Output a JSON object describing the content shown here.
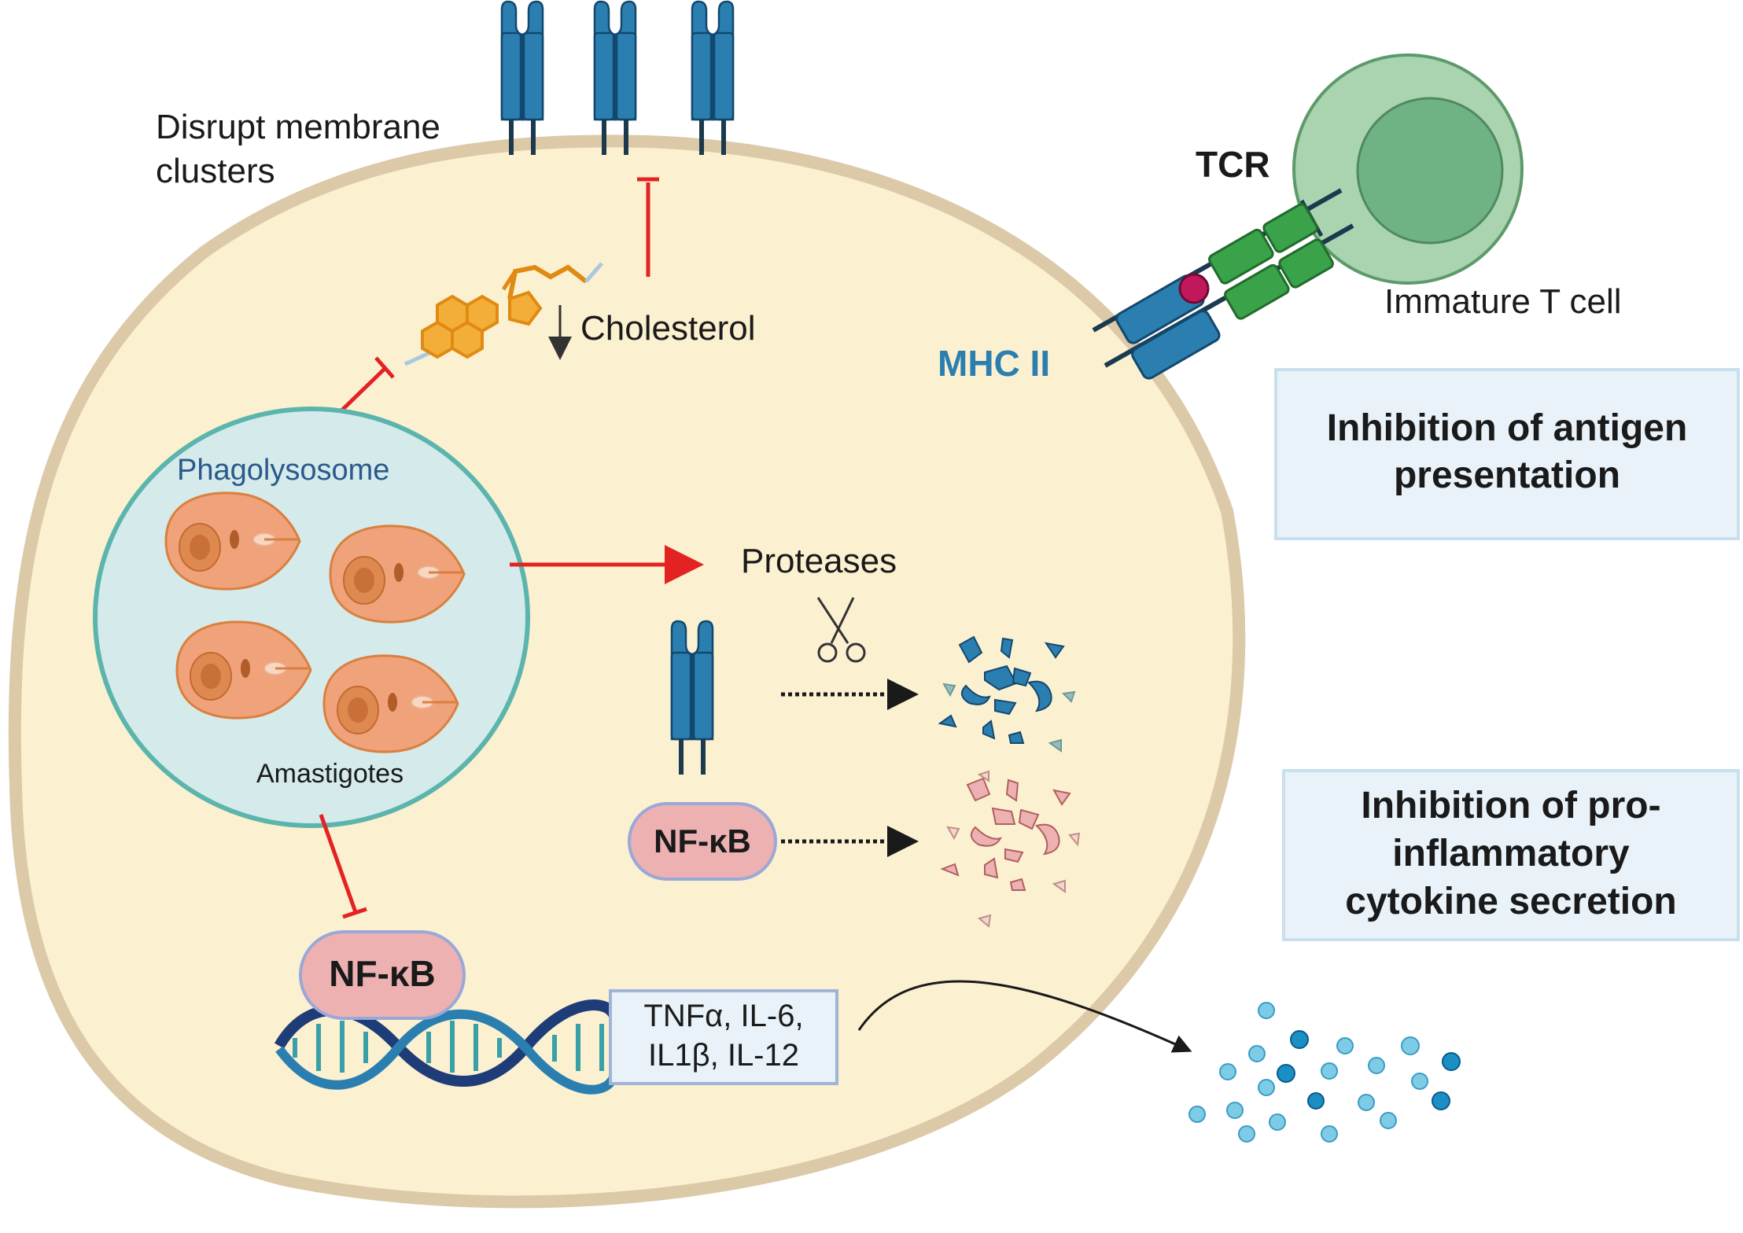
{
  "labels": {
    "disrupt_line1": "Disrupt membrane",
    "disrupt_line2": "clusters",
    "cholesterol": "Cholesterol",
    "tcr": "TCR",
    "mhc": "MHC II",
    "immature_t_cell": "Immature T cell",
    "phagolysosome": "Phagolysosome",
    "amastigotes": "Amastigotes",
    "proteases": "Proteases",
    "nfkb_free": "NF-κB",
    "nfkb_dna": "NF-κB",
    "cytokines_line1": "TNFα, IL-6,",
    "cytokines_line2": "IL1β, IL-12"
  },
  "boxes": {
    "antigen_line1": "Inhibition of antigen",
    "antigen_line2": "presentation",
    "cytokine_line1": "Inhibition of pro-",
    "cytokine_line2": "inflammatory",
    "cytokine_line3": "cytokine secretion"
  },
  "colors": {
    "cell_fill": "#fbf0d0",
    "cell_border": "#dcc9a8",
    "receptor": "#2b7fb0",
    "inhibition": "#e32222",
    "phago_fill": "#d5eaea",
    "phago_border": "#5bb5ac",
    "amastigote": "#f0a27b",
    "tcell_outer": "#aad3b0",
    "tcell_inner": "#6fb385",
    "nfkb_fill": "#eeb1b2",
    "box_fill": "#e8f2f8",
    "mhc_text": "#2b7fb0"
  }
}
